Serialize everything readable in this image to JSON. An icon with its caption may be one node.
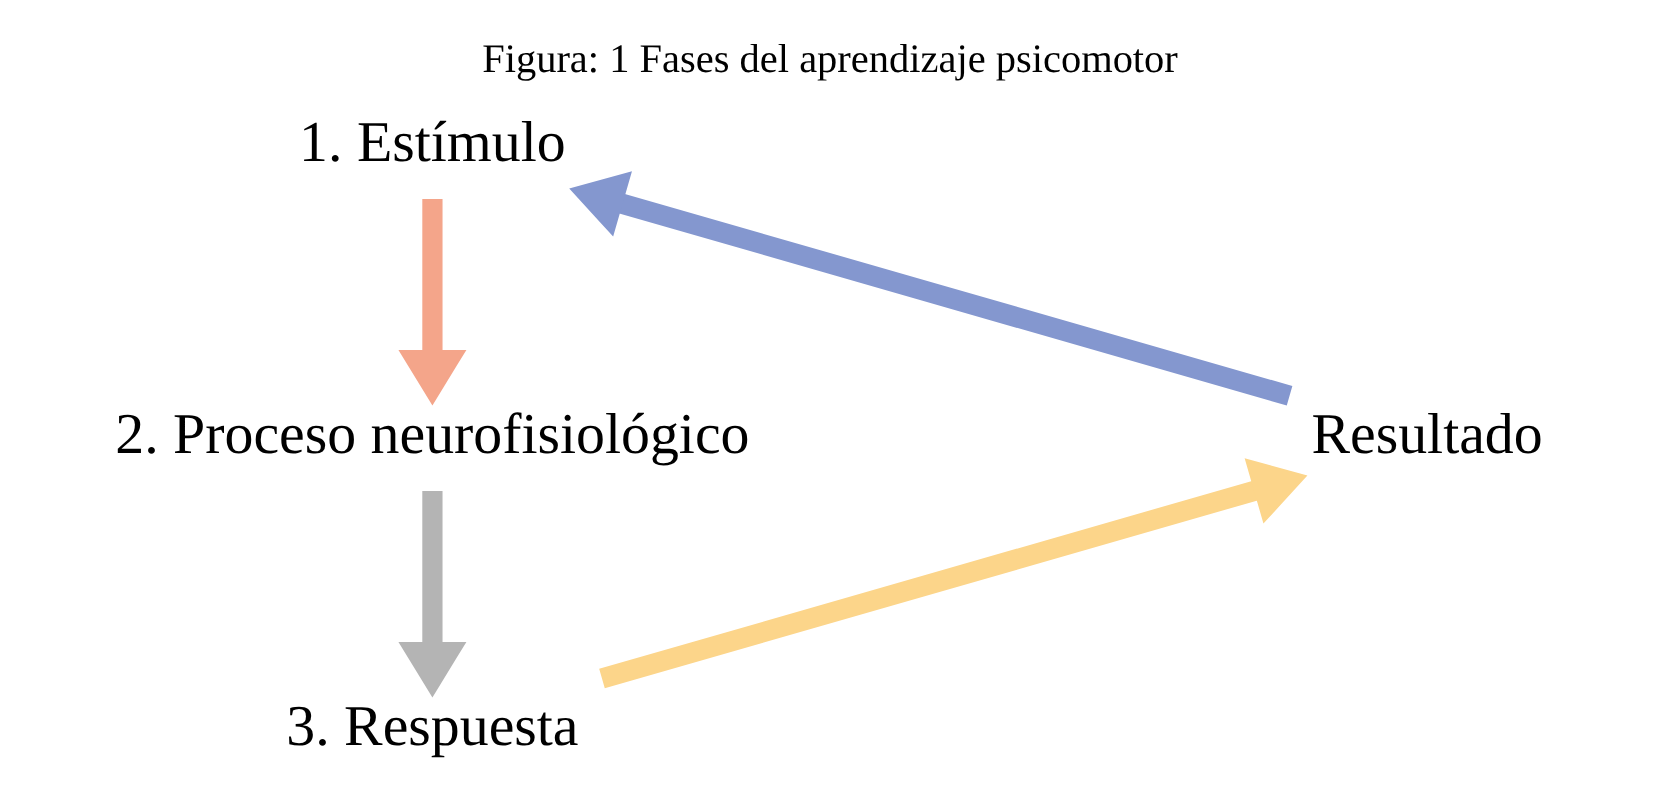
{
  "diagram": {
    "title": "Figura: 1 Fases del aprendizaje psicomotor",
    "nodes": [
      {
        "text": [
          "1. Estímulo"
        ]
      },
      {
        "text": [
          "2. Proceso neurofisiológico"
        ]
      },
      {
        "text": [
          "3. Respuesta"
        ]
      },
      {
        "text": [
          "Resultado"
        ]
      }
    ],
    "edges": [
      {
        "from": 0,
        "to": 1,
        "arrow": "to",
        "color": "#f4a58a"
      },
      {
        "from": 1,
        "to": 2,
        "arrow": "to",
        "color": "#b4b4b4"
      },
      {
        "from": 2,
        "to": 3,
        "arrow": "to",
        "color": "#fcd58a"
      },
      {
        "from": 3,
        "to": 0,
        "arrow": "to",
        "color": "#8497cf"
      }
    ]
  }
}
